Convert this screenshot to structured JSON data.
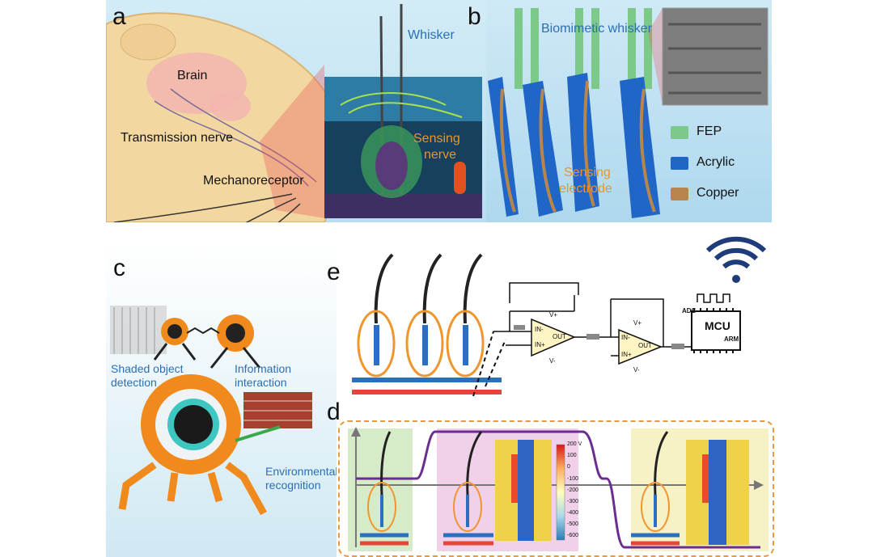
{
  "panel_a": {
    "letter": "a",
    "brain": "Brain",
    "transmission_nerve": "Transmission nerve",
    "mechanoreceptor": "Mechanoreceptor",
    "whisker": "Whisker",
    "sensing_nerve_1": "Sensing",
    "sensing_nerve_2": "nerve"
  },
  "panel_b": {
    "letter": "b",
    "biomimetic_whisker": "Biomimetic whisker",
    "sensing_electrode_1": "Sensing",
    "sensing_electrode_2": "electrode",
    "legend": [
      {
        "label": "FEP",
        "color": "#7cc98a"
      },
      {
        "label": "Acrylic",
        "color": "#1f66c6"
      },
      {
        "label": "Copper",
        "color": "#b8864c"
      }
    ]
  },
  "panel_c": {
    "letter": "c",
    "shaded_1": "Shaded object",
    "shaded_2": "detection",
    "info_1": "Information",
    "info_2": "interaction",
    "env_1": "Environmental",
    "env_2": "recognition"
  },
  "panel_e": {
    "letter": "e",
    "in_minus": "IN-",
    "in_plus": "IN+",
    "out": "OUT",
    "v_plus": "V+",
    "v_minus": "V-",
    "adc": "ADC",
    "mcu": "MCU",
    "arm": "ARM"
  },
  "panel_d": {
    "letter": "d",
    "colorbar_ticks": [
      "200 V",
      "100",
      "0",
      "-100",
      "-200",
      "-300",
      "-400",
      "-500",
      "-600"
    ]
  },
  "colors": {
    "label_blue": "#2a6fb5",
    "label_orange": "#e8962a",
    "signal_purple": "#6b2d8f",
    "dash_border": "#e89a3c"
  }
}
